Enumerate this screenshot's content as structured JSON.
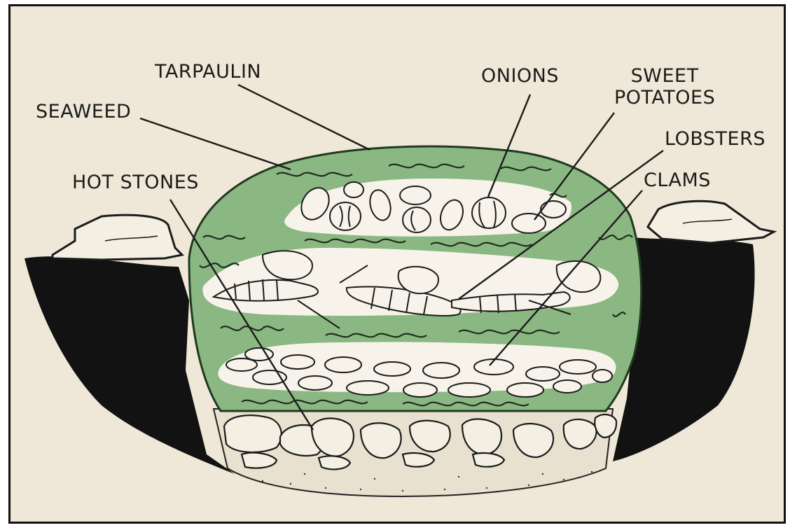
{
  "labels": {
    "tarpaulin": "TARPAULIN",
    "seaweed": "SEAWEED",
    "hot_stones": "HOT STONES",
    "onions": "ONIONS",
    "sweet_potatoes_line1": "SWEET",
    "sweet_potatoes_line2": "POTATOES",
    "lobsters": "LOBSTERS",
    "clams": "CLAMS"
  },
  "colors": {
    "paper": "#efe8d8",
    "seaweed_green": "#8bb783",
    "soil": "#121212",
    "ink": "#1b1b1b"
  }
}
